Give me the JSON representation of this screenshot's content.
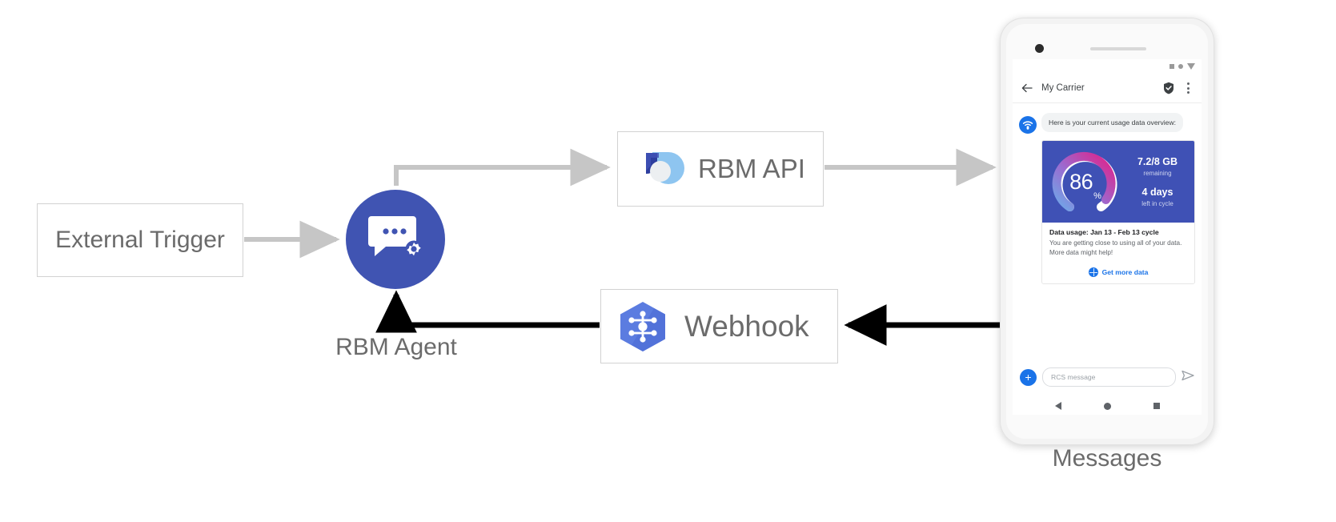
{
  "diagram": {
    "nodes": {
      "external_trigger": {
        "label": "External Trigger"
      },
      "rbm_agent": {
        "label": "RBM Agent",
        "icon": "chat-gear-icon",
        "color": "#4054b2"
      },
      "rbm_api": {
        "label": "RBM API",
        "icon": "rbm-api-logo-icon"
      },
      "webhook": {
        "label": "Webhook",
        "icon": "webhook-hexagon-icon"
      },
      "messages": {
        "label": "Messages"
      }
    },
    "edges": [
      {
        "from": "External Trigger",
        "to": "RBM Agent",
        "style": "gray"
      },
      {
        "from": "RBM Agent",
        "to": "RBM API",
        "style": "gray"
      },
      {
        "from": "RBM API",
        "to": "Messages",
        "style": "gray"
      },
      {
        "from": "Messages",
        "to": "Webhook",
        "style": "black"
      },
      {
        "from": "Webhook",
        "to": "RBM Agent",
        "style": "black"
      }
    ],
    "colors": {
      "gray_edge": "#c6c6c6",
      "black_edge": "#000000",
      "box_border": "#d2d2d2",
      "label": "#6b6b6b"
    }
  },
  "phone": {
    "statusbar": {
      "icons": [
        "square-icon",
        "dot-icon",
        "triangle-down-icon"
      ]
    },
    "appbar": {
      "back_icon": "back-arrow-icon",
      "title": "My Carrier",
      "verified_icon": "verified-shield-icon",
      "overflow_icon": "kebab-menu-icon"
    },
    "conversation": {
      "incoming_message": "Here is your current usage data overview:",
      "avatar_icon": "wifi-signal-icon",
      "rich_card": {
        "gauge": {
          "value": "86",
          "unit": "%",
          "percent": 86
        },
        "stats": [
          {
            "big": "7.2/8 GB",
            "sub": "remaining"
          },
          {
            "big": "4 days",
            "sub": "left in cycle"
          }
        ],
        "title": "Data usage: Jan 13 - Feb 13 cycle",
        "description": "You are getting close to using all of your data. More data might help!",
        "action": {
          "icon": "globe-icon",
          "label": "Get more data"
        },
        "hero_color": "#3f51b5"
      }
    },
    "composer": {
      "add_icon": "plus-icon",
      "placeholder": "RCS message",
      "value": "",
      "send_icon": "send-icon"
    },
    "navbar": {
      "icons": [
        "nav-back-icon",
        "nav-home-icon",
        "nav-recents-icon"
      ]
    }
  }
}
